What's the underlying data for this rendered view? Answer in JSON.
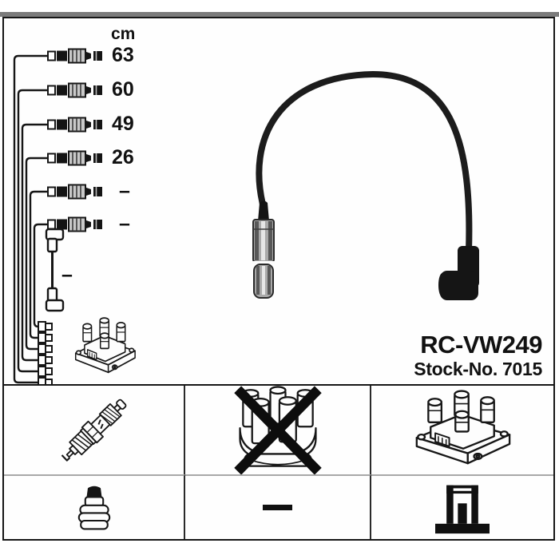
{
  "product": {
    "code": "RC-VW249",
    "stock_label": "Stock-No.",
    "stock_number": "7015"
  },
  "diagram": {
    "unit_label": "cm",
    "cables": [
      {
        "length": "63"
      },
      {
        "length": "60"
      },
      {
        "length": "49"
      },
      {
        "length": "26"
      },
      {
        "length": "–"
      },
      {
        "length": "–"
      }
    ],
    "coil_wire": {
      "length": "–"
    },
    "parts": [
      "six-plug-leads",
      "coil-to-distributor-wire",
      "terminal-clips",
      "ignition-coil-pack",
      "main-cable-photo"
    ]
  },
  "legend": {
    "cells": [
      {
        "icon": "spark-plug-icon",
        "meaning": "spark plug side"
      },
      {
        "icon": "distributor-cap-crossed-icon",
        "meaning": "no distributor cap"
      },
      {
        "icon": "ignition-coil-icon",
        "meaning": "ignition coil pack"
      },
      {
        "icon": "plug-connector-icon",
        "meaning": "plug connector type"
      },
      {
        "icon": "dash-icon",
        "symbol": "—"
      },
      {
        "icon": "coil-connector-icon",
        "meaning": "coil connector type"
      }
    ]
  },
  "colors": {
    "line": "#161616",
    "top_bar": "#7b7b7b",
    "metal": "#b5b5b5",
    "background": "#ffffff"
  }
}
